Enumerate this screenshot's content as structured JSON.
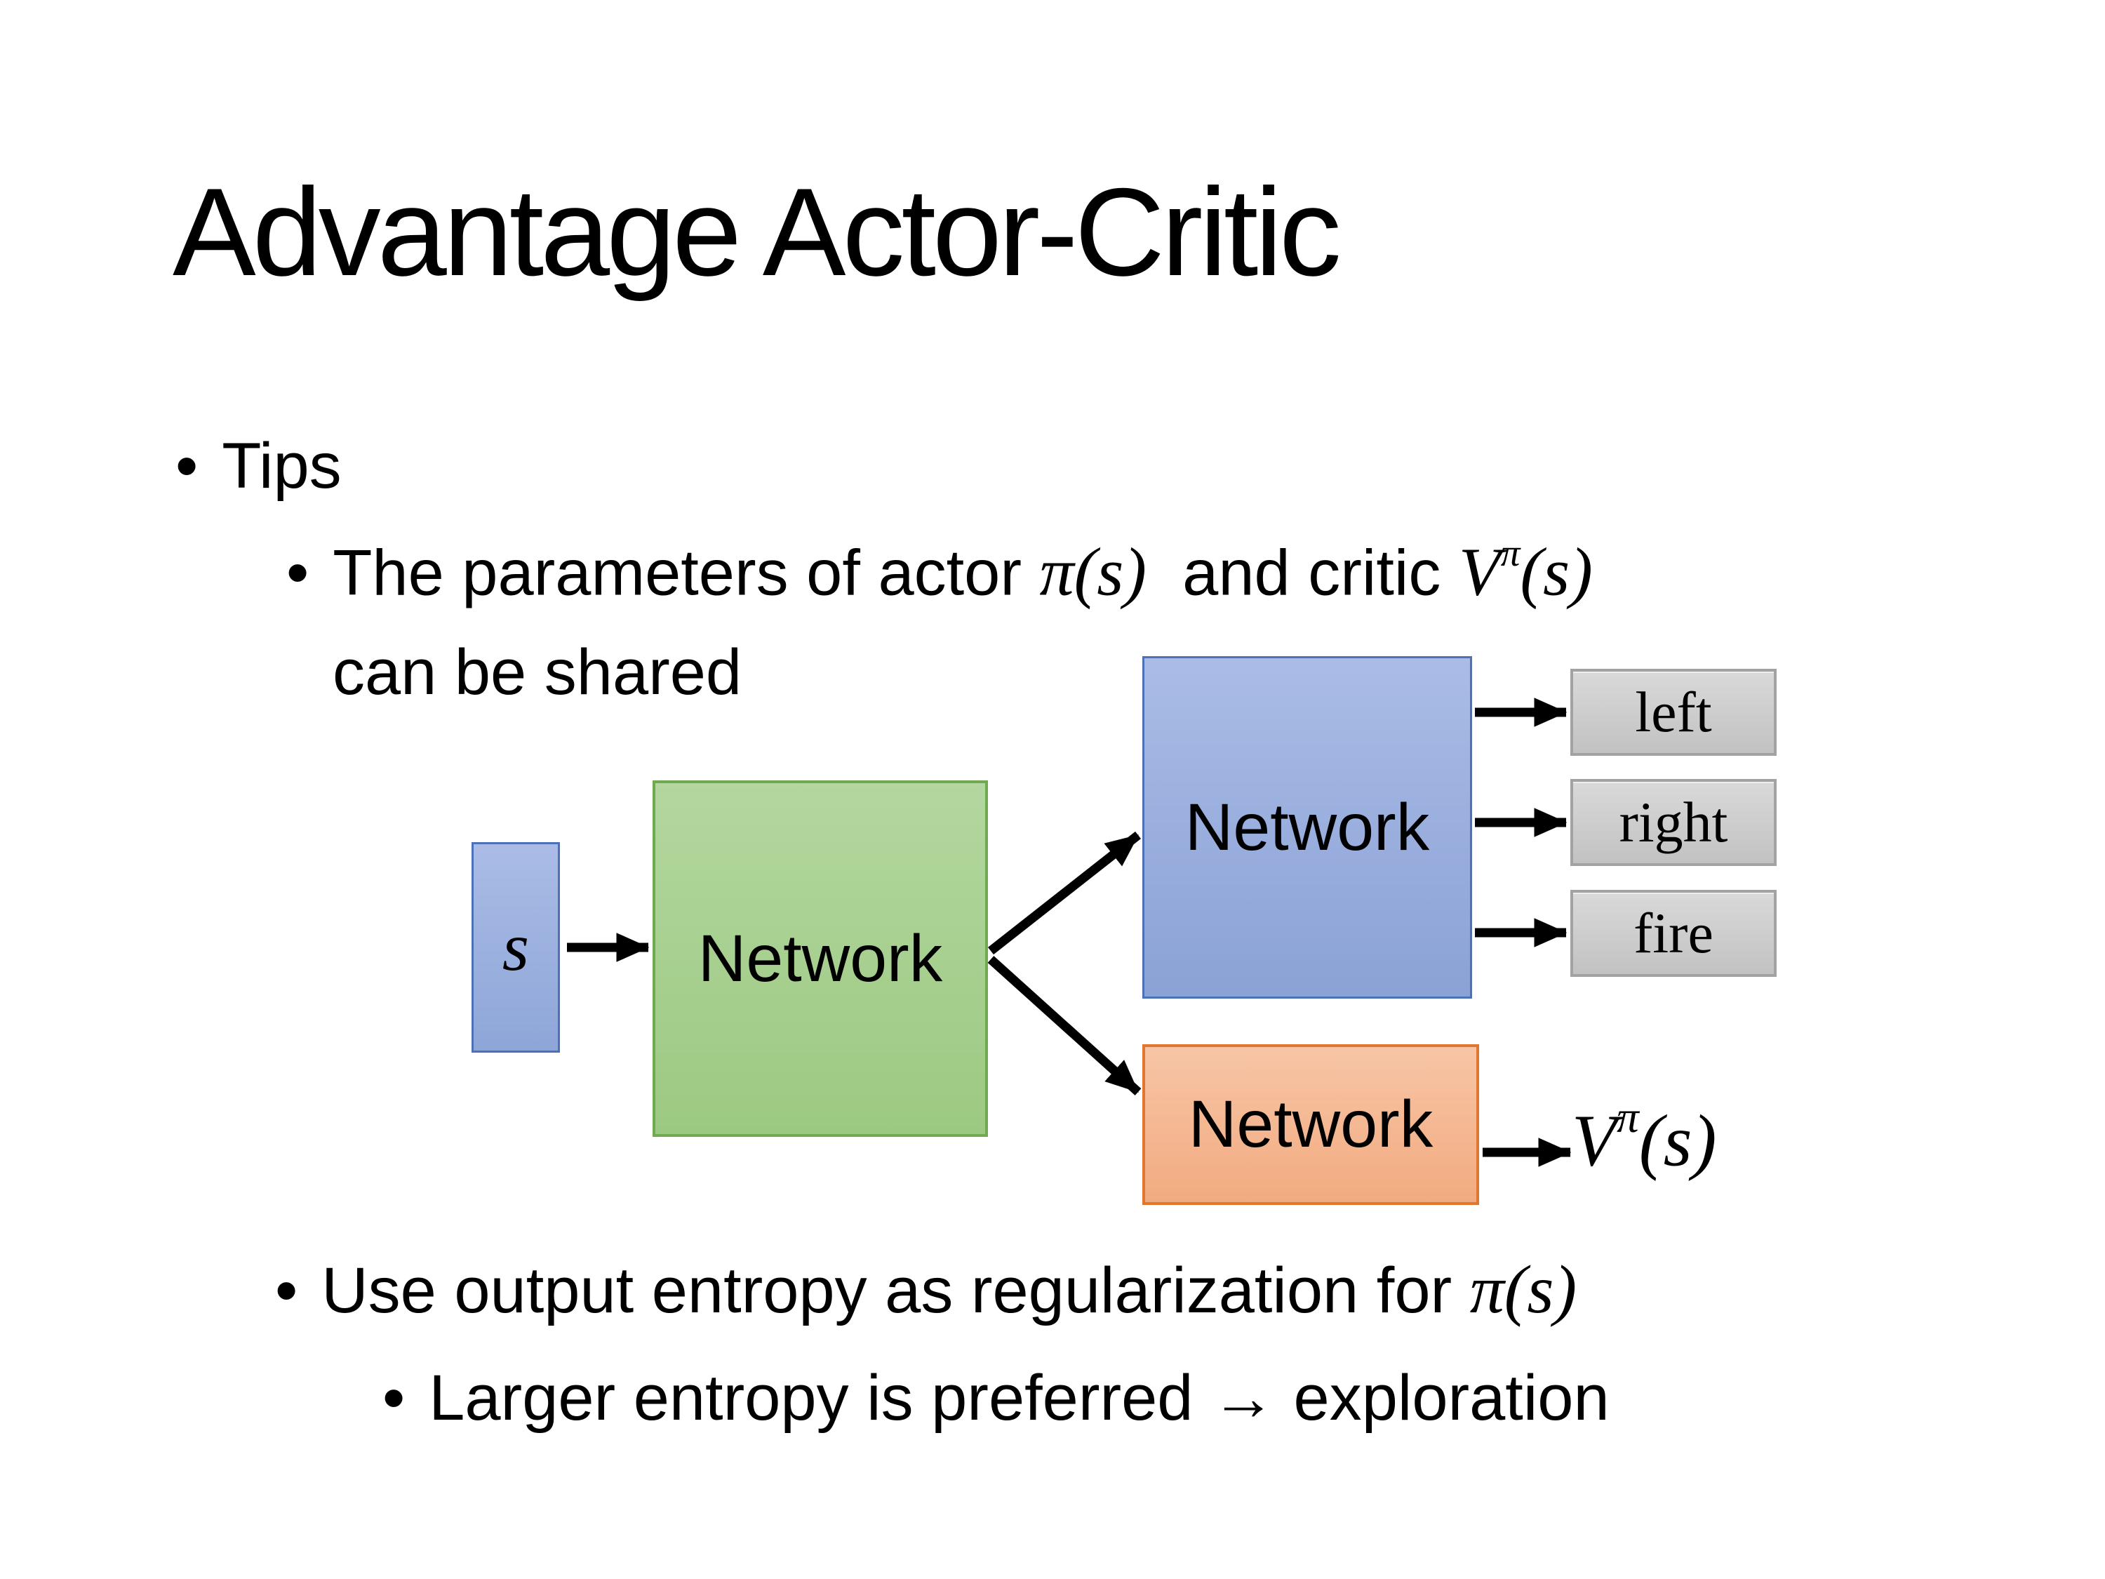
{
  "slide": {
    "title": "Advantage Actor-Critic"
  },
  "bullets": {
    "tips": {
      "dot": "•",
      "label": "Tips"
    },
    "param": {
      "dot": "•",
      "prefix": "The parameters of actor ",
      "actor_math": "π(s)",
      "mid": "  and critic ",
      "critic_V": "V",
      "critic_sup": "π",
      "critic_args": "(s)",
      "line2": "can be shared"
    },
    "entropy": {
      "dot": "•",
      "prefix": "Use output entropy as regularization for ",
      "pi_math": "π(s)"
    },
    "larger": {
      "dot": "•",
      "label": "Larger entropy is preferred → exploration"
    }
  },
  "diagram": {
    "state_box": {
      "label": "s"
    },
    "shared_network": {
      "label": "Network"
    },
    "actor_network": {
      "label": "Network"
    },
    "critic_network": {
      "label": "Network"
    },
    "actions": [
      {
        "label": "left"
      },
      {
        "label": "right"
      },
      {
        "label": "fire"
      }
    ],
    "critic_output": {
      "V": "V",
      "sup": "π",
      "args": "(s)"
    },
    "colors": {
      "state_fill": "#9fb1e0",
      "state_border": "#4d71b7",
      "shared_fill": "#a8d191",
      "shared_border": "#6fa950",
      "actor_fill": "#9cb0dd",
      "actor_border": "#4d71b7",
      "critic_fill": "#f6bb9a",
      "critic_border": "#e0772f",
      "action_fill": "#cccccc",
      "action_border": "#a2a2a2",
      "arrow": "#000000"
    }
  }
}
